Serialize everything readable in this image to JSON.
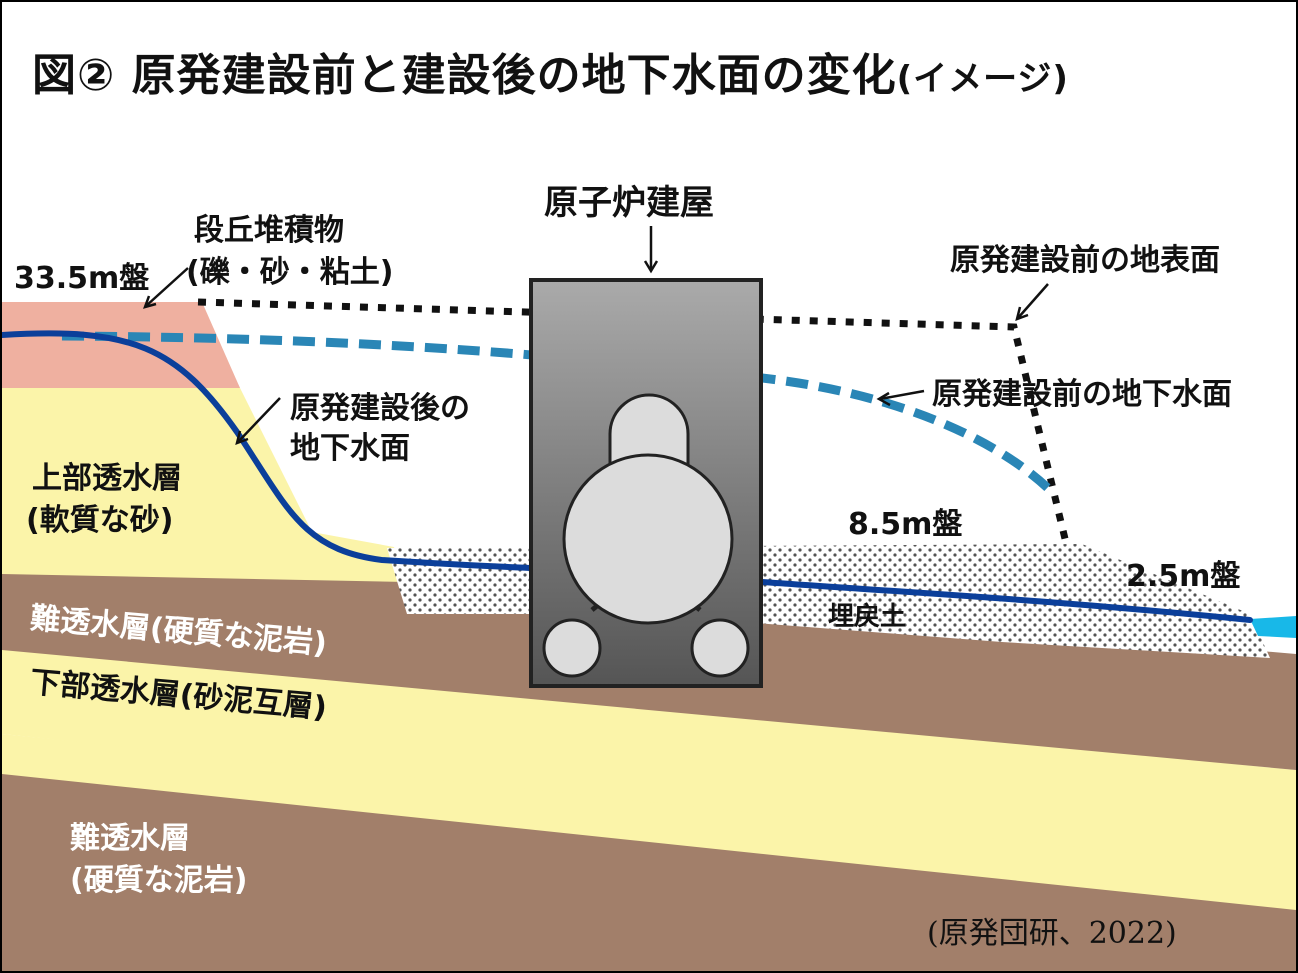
{
  "title": {
    "main": "図② 原発建設前と建設後の地下水面の変化",
    "suffix": "(イメージ)"
  },
  "labels": {
    "reactor_building": "原子炉建屋",
    "terrace_deposit_line1": "段丘堆積物",
    "terrace_deposit_line2": "(礫・砂・粘土)",
    "ground_33_5": "33.5m盤",
    "pre_surface": "原発建設前の地表面",
    "post_water_line1": "原発建設後の",
    "post_water_line2": "地下水面",
    "pre_water": "原発建設前の地下水面",
    "upper_aquifer_line1": "上部透水層",
    "upper_aquifer_line2": "(軟質な砂)",
    "ground_8_5": "8.5m盤",
    "ground_2_5": "2.5m盤",
    "backfill": "埋戻土",
    "aquiclude_1": "難透水層(硬質な泥岩)",
    "lower_aquifer": "下部透水層(砂泥互層)",
    "aquiclude_2_line1": "難透水層",
    "aquiclude_2_line2": "(硬質な泥岩)"
  },
  "credit": "(原発団研、2022)",
  "colors": {
    "terrace": "#efb0a0",
    "sand": "#fbf4a9",
    "mudstone": "#a27f6a",
    "post_water": "#0b3f9a",
    "pre_water": "#2a86b6",
    "sea": "#18b8e8",
    "building_light": "#dcdcdc",
    "building_dark": "#555555"
  }
}
